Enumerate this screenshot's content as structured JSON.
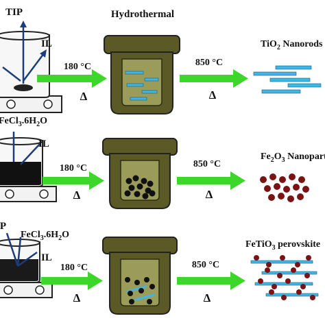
{
  "header": {
    "hydrothermal": "Hydrothermal"
  },
  "rows": [
    {
      "id": "row1",
      "reagent_labels": [
        "TIP",
        "IL"
      ],
      "step1_temp": "180 °C",
      "step1_delta": "Δ",
      "step2_temp": "850 °C",
      "step2_delta": "Δ",
      "product": {
        "pre": "TiO",
        "sub": "2",
        "post": " Nanorods"
      }
    },
    {
      "id": "row2",
      "reagent_labels": [
        "FeCl",
        "3",
        ".6H",
        "2",
        "O",
        "IL"
      ],
      "step1_temp": "180 °C",
      "step1_delta": "Δ",
      "step2_temp": "850 °C",
      "step2_delta": "Δ",
      "product": {
        "pre": "Fe",
        "sub": "2",
        "mid": "O",
        "sub2": "3",
        "post": " Nanoparticles"
      }
    },
    {
      "id": "row3",
      "reagent_labels": [
        "TIP",
        "FeCl",
        "3",
        ".6H",
        "2",
        "O",
        "IL"
      ],
      "step1_temp": "180 °C",
      "step1_delta": "Δ",
      "step2_temp": "850 °C",
      "step2_delta": "Δ",
      "product": {
        "pre": "FeTiO",
        "sub": "3",
        "post": " perovskite"
      }
    }
  ],
  "colors": {
    "arrow_green": "#3dd62a",
    "vessel_olive": "#5b5a26",
    "liquid": "#9b9b5a",
    "rod_blue": "#3fb6e6",
    "particle_black": "#111111",
    "particle_red": "#7a1414"
  }
}
